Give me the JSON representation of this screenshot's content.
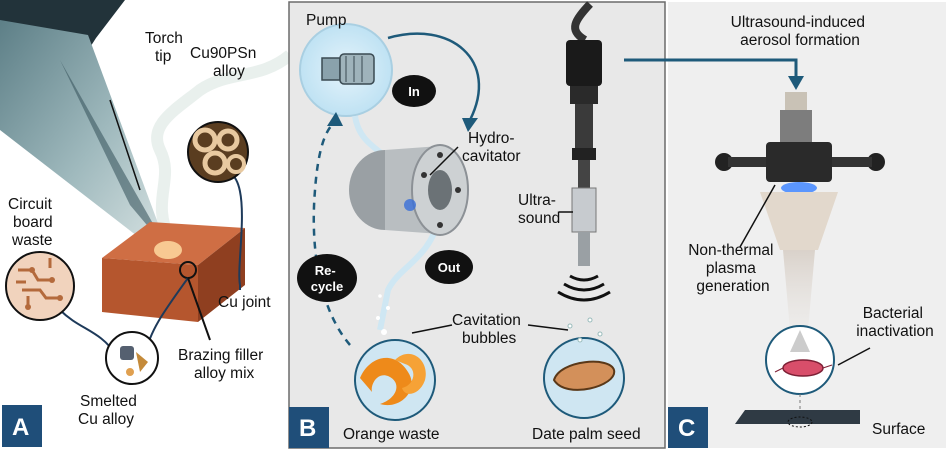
{
  "panel_a": {
    "badge": "A",
    "torch_tip": [
      "Torch",
      "tip"
    ],
    "alloy": [
      "Cu90PSn",
      "alloy"
    ],
    "circuit_waste": [
      "Circuit",
      "board",
      "waste"
    ],
    "cu_joint": "Cu joint",
    "filler": [
      "Brazing filler",
      "alloy mix"
    ],
    "smelted": [
      "Smelted",
      "Cu alloy"
    ]
  },
  "panel_b": {
    "badge": "B",
    "pump": "Pump",
    "in": "In",
    "out": "Out",
    "recycle": [
      "Re-",
      "cycle"
    ],
    "hydro": [
      "Hydro-",
      "cavitator"
    ],
    "ultrasound": [
      "Ultra-",
      "sound"
    ],
    "bubbles": [
      "Cavitation",
      "bubbles"
    ],
    "orange": "Orange waste",
    "date_seed": "Date palm seed"
  },
  "panel_c": {
    "badge": "C",
    "aerosol": [
      "Ultrasound-induced",
      "aerosol formation"
    ],
    "plasma": [
      "Non-thermal",
      "plasma",
      "generation"
    ],
    "bacterial": [
      "Bacterial",
      "inactivation"
    ],
    "surface": "Surface"
  },
  "colors": {
    "badge_bg": "#1f4e79",
    "dark_blue": "#1e5a7a",
    "pill_bg": "#111111",
    "brick": "#b5562e",
    "panel_b_bg": "#e8e8e8",
    "panel_c_bg": "#efefef"
  }
}
